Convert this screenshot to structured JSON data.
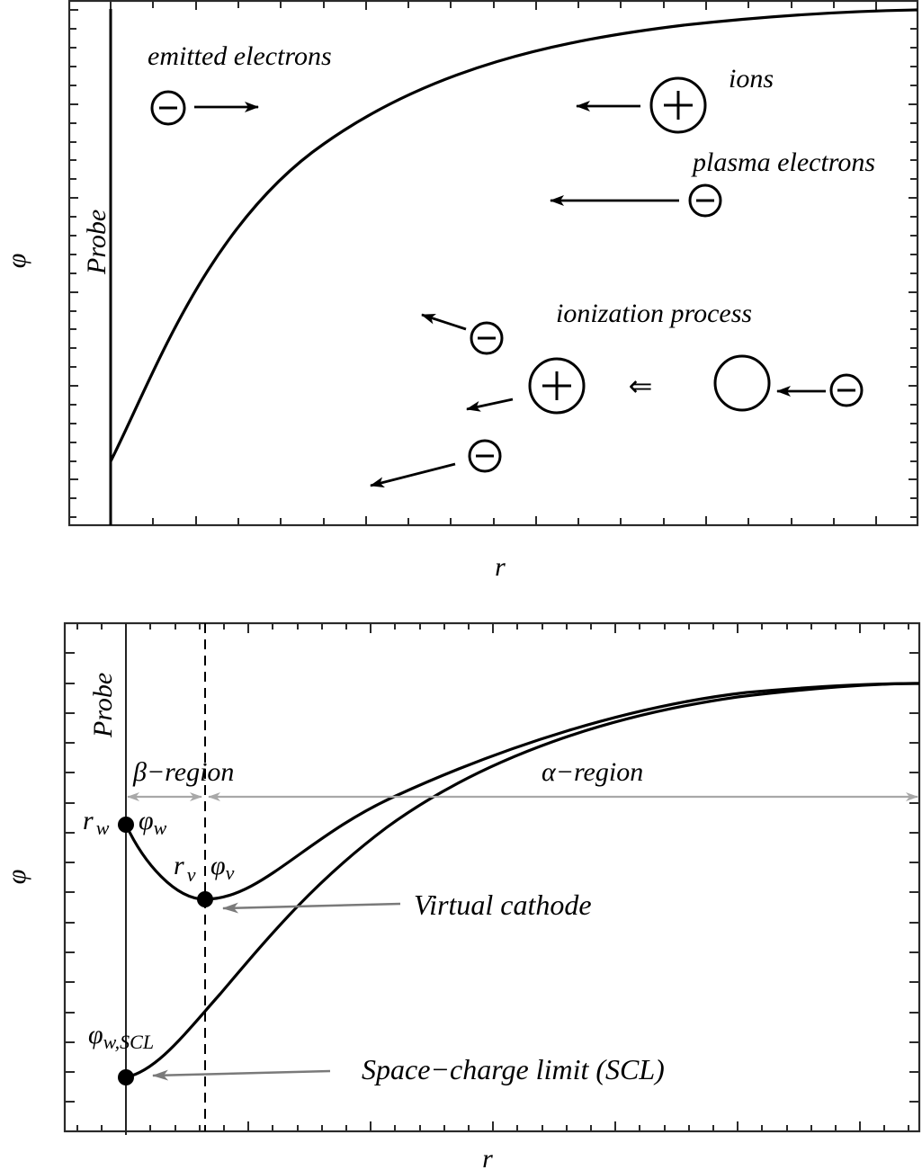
{
  "top_panel": {
    "y_axis_label": "φ",
    "x_axis_label": "r",
    "probe_label": "Probe",
    "labels": {
      "emitted_electrons": "emitted electrons",
      "ions": "ions",
      "plasma_electrons": "plasma electrons",
      "ionization_process": "ionization process"
    },
    "particles": [
      {
        "type": "electron",
        "role": "emitted",
        "direction": "right"
      },
      {
        "type": "ion",
        "role": "ion",
        "direction": "left"
      },
      {
        "type": "electron",
        "role": "plasma",
        "direction": "left"
      },
      {
        "type": "electron",
        "role": "ionization-product",
        "direction": "up-left"
      },
      {
        "type": "ion",
        "role": "ionization-product",
        "direction": "left"
      },
      {
        "type": "electron",
        "role": "ionization-product",
        "direction": "down-left"
      },
      {
        "type": "neutral",
        "role": "ionization-target",
        "direction": "none"
      },
      {
        "type": "electron",
        "role": "impacting",
        "direction": "left"
      }
    ],
    "process_arrow_symbol": "⇐"
  },
  "bottom_panel": {
    "y_axis_label": "φ",
    "x_axis_label": "r",
    "probe_label": "Probe",
    "beta_region": "β−region",
    "alpha_region": "α−region",
    "r_w": "r",
    "r_w_sub": "w",
    "phi_w": "φ",
    "phi_w_sub": "w",
    "r_v": "r",
    "r_v_sub": "v",
    "phi_v": "φ",
    "phi_v_sub": "v",
    "phi_w_scl": "φ",
    "phi_w_scl_sub": "w,SCL",
    "virtual_cathode": "Virtual cathode",
    "scl_label": "Space−charge limit (SCL)"
  },
  "colors": {
    "curve": "#000000",
    "annotation_arrow": "#7a7a7a",
    "region_arrow": "#a8a8a8",
    "frame": "#2a2a2a"
  }
}
